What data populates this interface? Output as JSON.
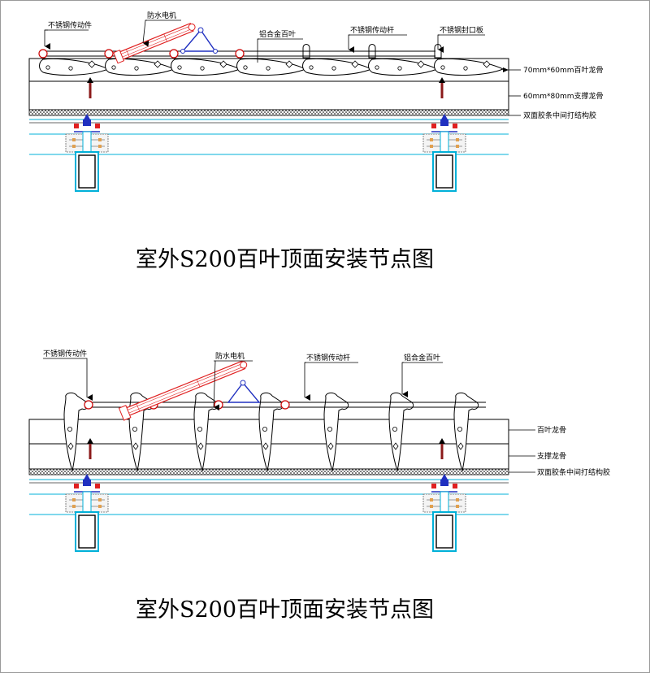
{
  "top": {
    "labels": {
      "ss_part": "不锈钢传动件",
      "motor": "防水电机",
      "alu_louver": "铝合金百叶",
      "ss_rod": "不锈钢传动杆",
      "ss_plate": "不锈钢封口板",
      "louver_keel": "70mm*60mm百叶龙骨",
      "support_keel": "60mm*80mm支撑龙骨",
      "glue": "双面胶条中间打结构胶"
    },
    "title": "室外S200百叶顶面安装节点图"
  },
  "bottom": {
    "labels": {
      "ss_part": "不锈钢传动件",
      "motor": "防水电机",
      "ss_rod": "不锈钢传动杆",
      "alu_louver": "铝合金百叶",
      "louver_keel": "百叶龙骨",
      "support_keel": "支撑龙骨",
      "glue": "双面胶条中间打结构胶"
    },
    "title": "室外S200百叶顶面安装节点图"
  },
  "colors": {
    "line": "#000000",
    "motor": "#e02020",
    "linkage": "#2030c0",
    "glass": "#00b0d8",
    "bolt": "#8b1a1a"
  }
}
